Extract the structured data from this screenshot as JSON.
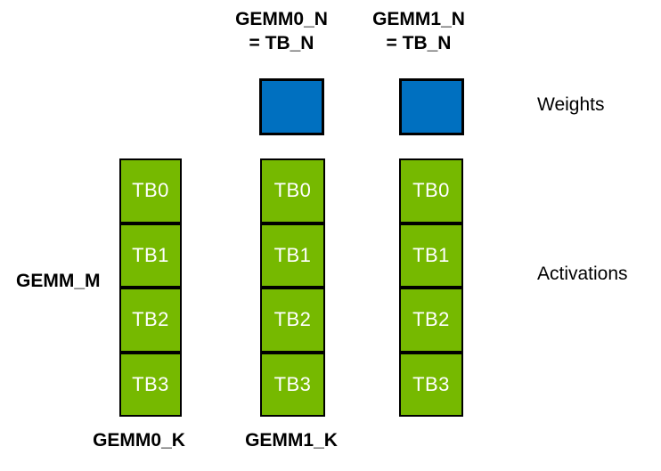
{
  "diagram": {
    "top_labels": [
      {
        "name": "GEMM0_N",
        "equals": "= TB_N"
      },
      {
        "name": "GEMM1_N",
        "equals": "= TB_N"
      }
    ],
    "left_label": "GEMM_M",
    "right_labels": {
      "weights": "Weights",
      "activations": "Activations"
    },
    "bottom_labels": [
      "GEMM0_K",
      "GEMM1_K"
    ],
    "weights_block_count": 2,
    "activation_columns": [
      {
        "thread_blocks": [
          "TB0",
          "TB1",
          "TB2",
          "TB3"
        ]
      },
      {
        "thread_blocks": [
          "TB0",
          "TB1",
          "TB2",
          "TB3"
        ]
      },
      {
        "thread_blocks": [
          "TB0",
          "TB1",
          "TB2",
          "TB3"
        ]
      }
    ],
    "colors": {
      "weights_fill": "#0070C0",
      "activations_fill": "#76B900",
      "border": "#000000",
      "tb_text": "#FFFFFF",
      "label_text": "#000000"
    }
  }
}
